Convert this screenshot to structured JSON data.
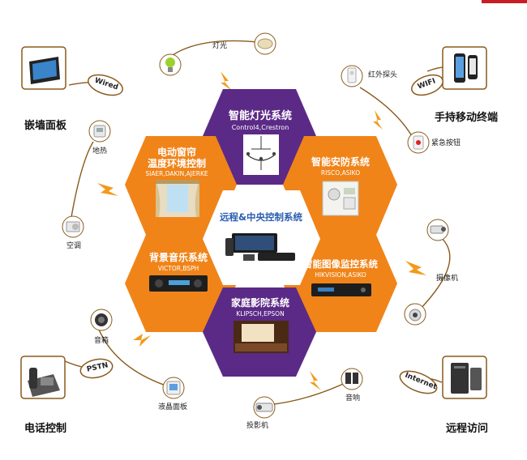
{
  "hexes": {
    "lighting": {
      "title": "智能灯光系统",
      "brands": "Control4,Crestron"
    },
    "curtain": {
      "title_line1": "电动窗帘",
      "title_line2": "温度环境控制",
      "brands": "SIAER,DAKIN,AJERKE"
    },
    "security": {
      "title": "智能安防系统",
      "brands": "RISCO,ASIKO"
    },
    "center": {
      "title": "远程&中央控制系统"
    },
    "music": {
      "title": "背景音乐系统",
      "brands": "VICTOR,BSPH"
    },
    "monitor": {
      "title": "智能图像监控系统",
      "brands": "HIKVISION,ASIKO"
    },
    "cinema": {
      "title": "家庭影院系统",
      "brands": "KLIPSCH,EPSON"
    }
  },
  "corners": {
    "wall_panel": "嵌墙面板",
    "mobile": "手持移动终端",
    "phone": "电话控制",
    "remote": "远程访问"
  },
  "badges": {
    "wired": "Wired",
    "wifi": "WIFI",
    "pstn": "PSTN",
    "internet": "Internet"
  },
  "devices": {
    "light": "灯光",
    "infrared": "红外探头",
    "emergency": "紧急按钮",
    "floor_heat": "地热",
    "aircon": "空调",
    "camera": "摄像机",
    "speaker": "音箱",
    "lcd_panel": "液晶面板",
    "projector": "投影机",
    "audio": "音响"
  },
  "colors": {
    "purple": "#5b2a86",
    "orange": "#f08419",
    "accent_red": "#c81d25",
    "line_brown": "#8a5a1c",
    "bolt_orange": "#f29a1b"
  }
}
